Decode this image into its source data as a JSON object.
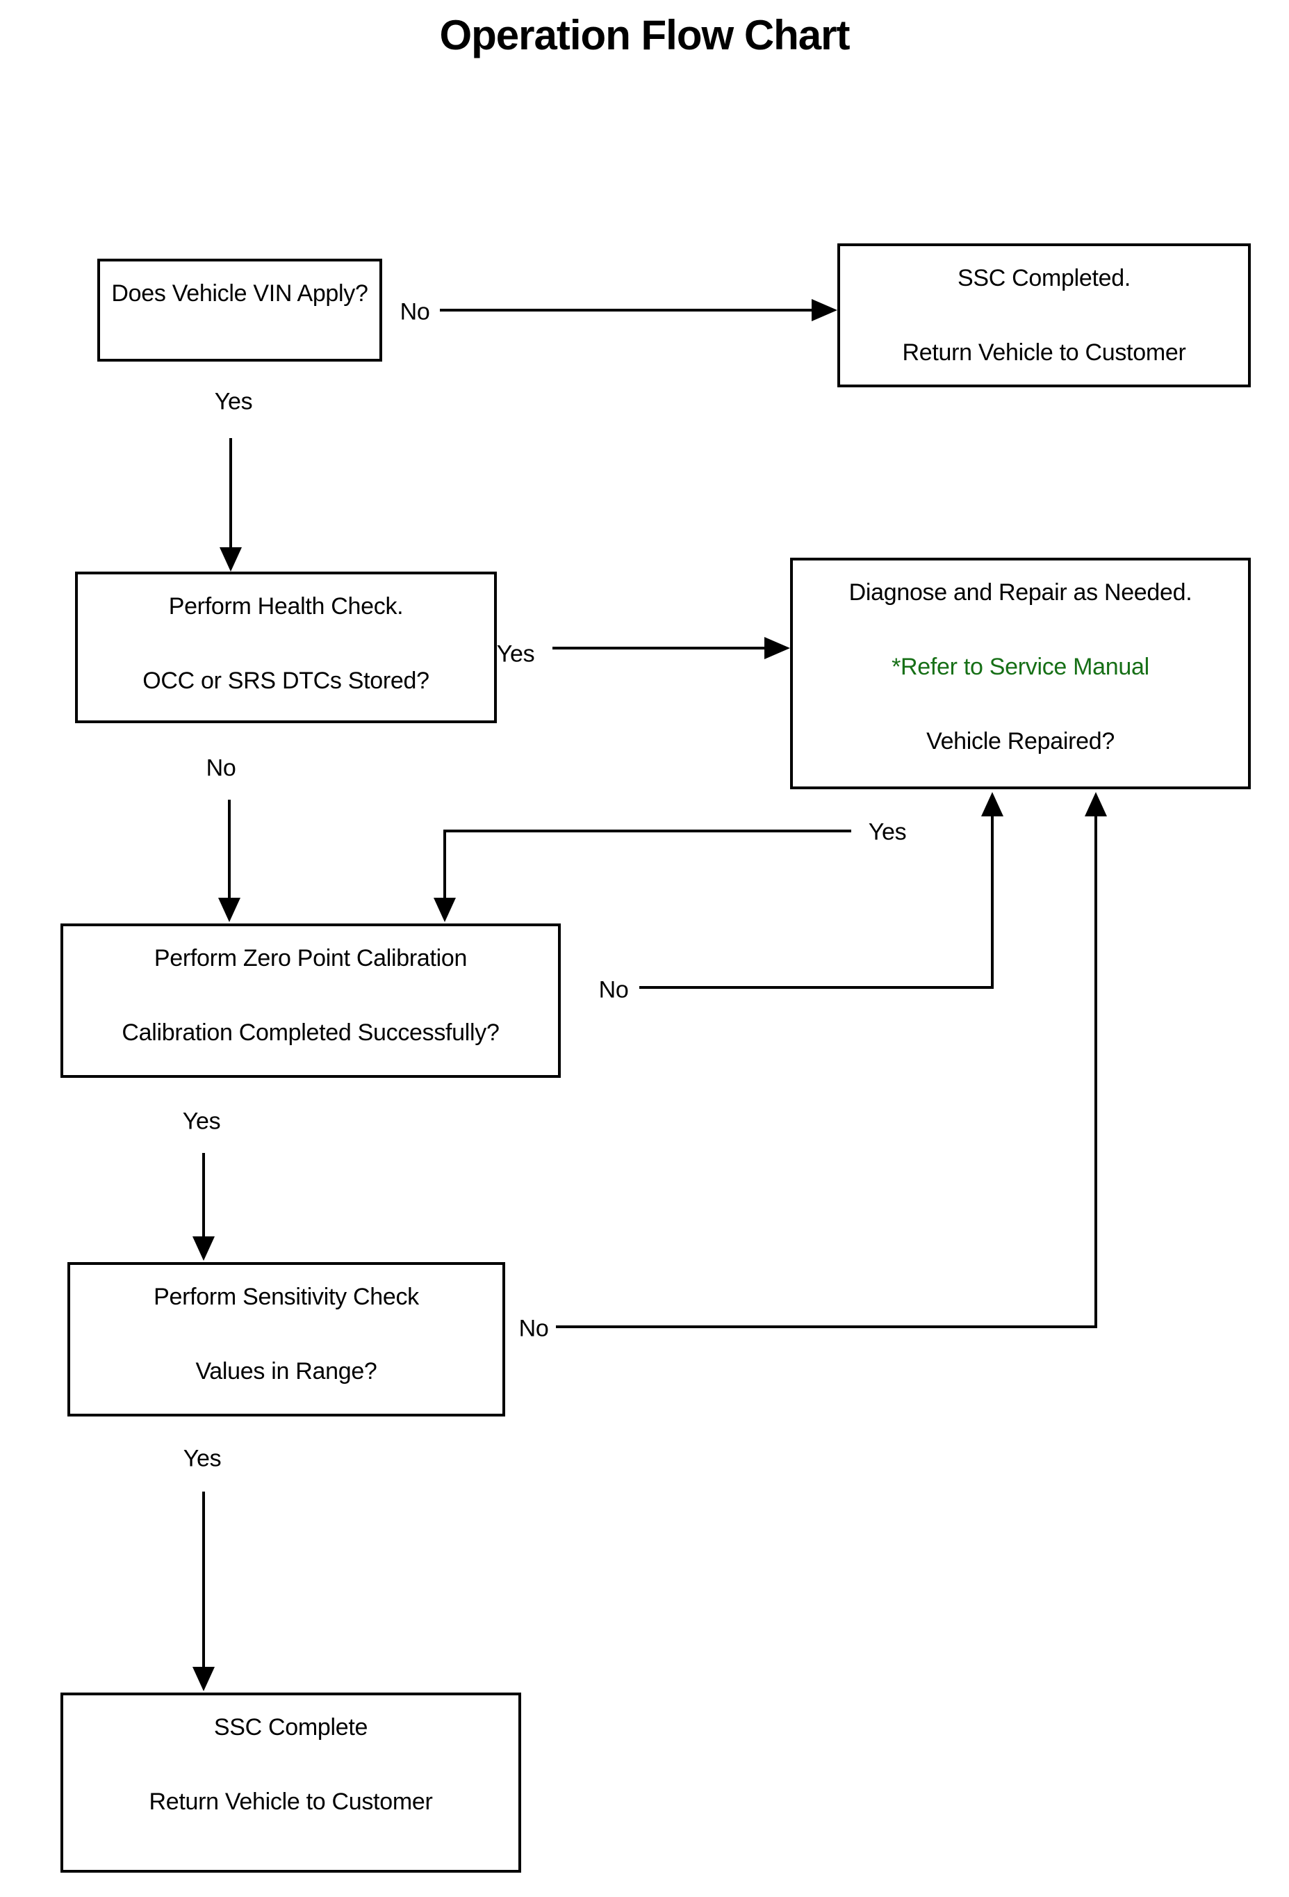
{
  "title": "Operation Flow Chart",
  "colors": {
    "line": "#000000",
    "box_border": "#000000",
    "background": "#ffffff",
    "text": "#000000",
    "green_note": "#166f16"
  },
  "boxes": {
    "vin": {
      "lines": [
        "Does Vehicle VIN Apply?"
      ]
    },
    "ssc_completed": {
      "lines": [
        "SSC Completed.",
        "Return Vehicle to Customer"
      ]
    },
    "health_check": {
      "lines": [
        "Perform Health Check.",
        "OCC or SRS DTCs Stored?"
      ]
    },
    "diagnose": {
      "lines": [
        "Diagnose and Repair as Needed.",
        "*Refer to Service Manual",
        "Vehicle Repaired?"
      ]
    },
    "zero_point": {
      "lines": [
        "Perform Zero Point Calibration",
        "Calibration Completed Successfully?"
      ]
    },
    "sensitivity": {
      "lines": [
        "Perform Sensitivity Check",
        "Values in Range?"
      ]
    },
    "ssc_complete": {
      "lines": [
        "SSC Complete",
        "Return Vehicle to Customer"
      ]
    }
  },
  "labels": {
    "no_vin": "No",
    "yes_vin": "Yes",
    "yes_dtc": "Yes",
    "no_dtc": "No",
    "yes_repaired": "Yes",
    "no_calibration": "No",
    "yes_calibration": "Yes",
    "no_range": "No",
    "yes_range": "Yes"
  }
}
